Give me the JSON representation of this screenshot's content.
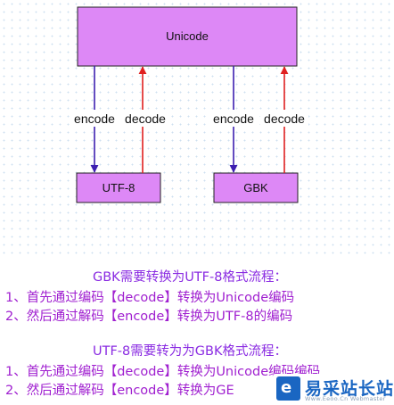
{
  "diagram": {
    "top_box": "Unicode",
    "left_box": "UTF-8",
    "right_box": "GBK",
    "left_encode": "encode",
    "left_decode": "decode",
    "right_encode": "encode",
    "right_decode": "decode",
    "colors": {
      "box_fill": "#dd88f6",
      "box_border": "#222222",
      "encode_arrow": "#3d1fb0",
      "decode_arrow": "#e02020"
    }
  },
  "section1": {
    "title": "GBK需要转换为UTF-8格式流程：",
    "step1": "1、首先通过编码【decode】转换为Unicode编码",
    "step2": "2、然后通过解码【encode】转换为UTF-8的编码"
  },
  "section2": {
    "title": "UTF-8需要转为为GBK格式流程：",
    "step1": "1、首先通过编码【decode】转换为Unicode编码编码",
    "step2": "2、然后通过解码【encode】转换为GE"
  },
  "watermark": {
    "icon": "e-logo-icon",
    "name": "易采站长站",
    "url": "Www.Eeoo.Cn  Webmaster"
  }
}
